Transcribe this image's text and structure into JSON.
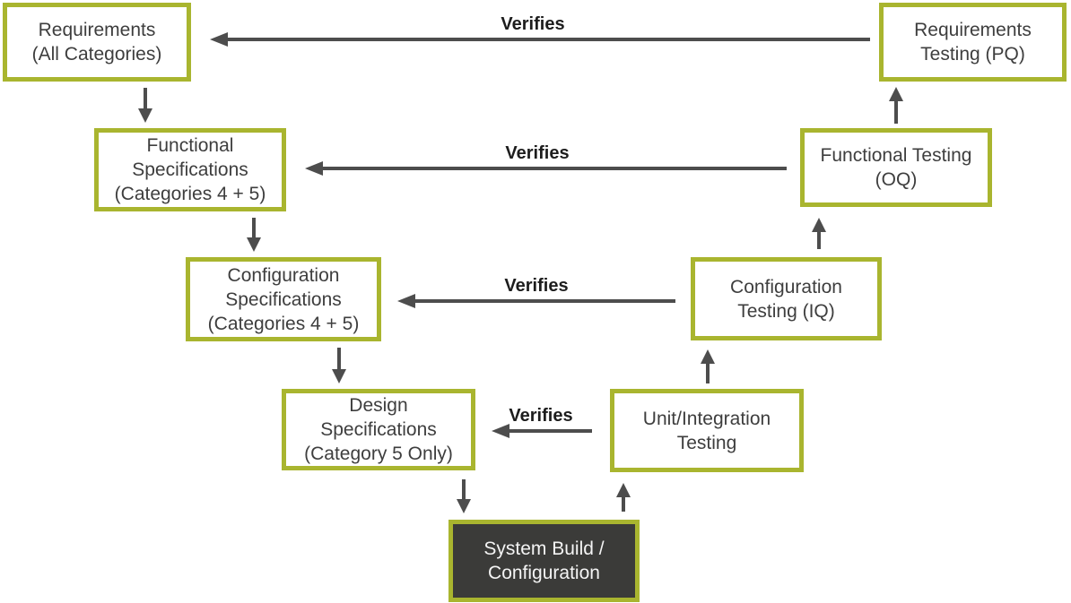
{
  "diagram": {
    "boxes": {
      "requirements": {
        "text": "Requirements\n(All Categories)"
      },
      "functional_specs": {
        "text": "Functional\nSpecifications\n(Categories 4 + 5)"
      },
      "config_specs": {
        "text": "Configuration\nSpecifications\n(Categories 4 + 5)"
      },
      "design_specs": {
        "text": "Design\nSpecifications\n(Category 5 Only)"
      },
      "system_build": {
        "text": "System Build /\nConfiguration"
      },
      "req_testing": {
        "text": "Requirements\nTesting (PQ)"
      },
      "func_testing": {
        "text": "Functional Testing\n(OQ)"
      },
      "config_testing": {
        "text": "Configuration\nTesting (IQ)"
      },
      "unit_testing": {
        "text": "Unit/Integration\nTesting"
      }
    },
    "arrow_labels": {
      "row1": "Verifies",
      "row2": "Verifies",
      "row3": "Verifies",
      "row4": "Verifies"
    }
  },
  "colors": {
    "box_border_green": "#a9b52f",
    "box_background": "#ffffff",
    "dark_box_background": "#3b3b39",
    "box_text": "#3e3e3e",
    "dark_box_text": "#f4f4f4",
    "arrow": "#4d4d4d",
    "verifies_label": "#1d1d1d",
    "page_background": "#ffffff"
  }
}
